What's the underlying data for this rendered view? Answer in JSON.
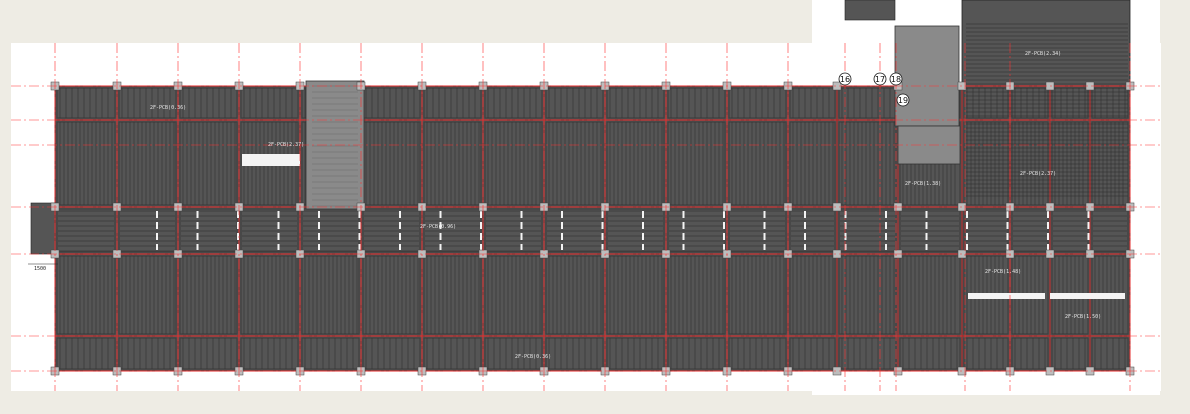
{
  "colors": {
    "background": "#eeece4",
    "sheet": "#ffffff",
    "slab": "#555555",
    "slab_dark": "#3c3c3c",
    "grid_line": "#ff3030",
    "beam_line": "#cc2020",
    "stair": "#8a8a8a",
    "label": "#e9e9e9"
  },
  "drawing": {
    "panel_label_top": "2F-PCB(0.36)",
    "panel_label_main": "2F-PCB(2.37)",
    "panel_label_corridor": "2F-PCB(0.96)",
    "panel_label_bottom": "2F-PCB(0.36)",
    "panel_label_right_top": "2F-PCB(2.34)",
    "panel_label_right_mid": "2F-PCB(2.37)",
    "panel_label_right_low": "2F-PCB(1.48)",
    "panel_label_right_bottom": "2F-PCB(1.50)",
    "panel_label_stair": "2F-PCB(1.38)",
    "dimension_left": "1500",
    "axis_labels": [
      "16",
      "17",
      "18",
      "19"
    ]
  }
}
